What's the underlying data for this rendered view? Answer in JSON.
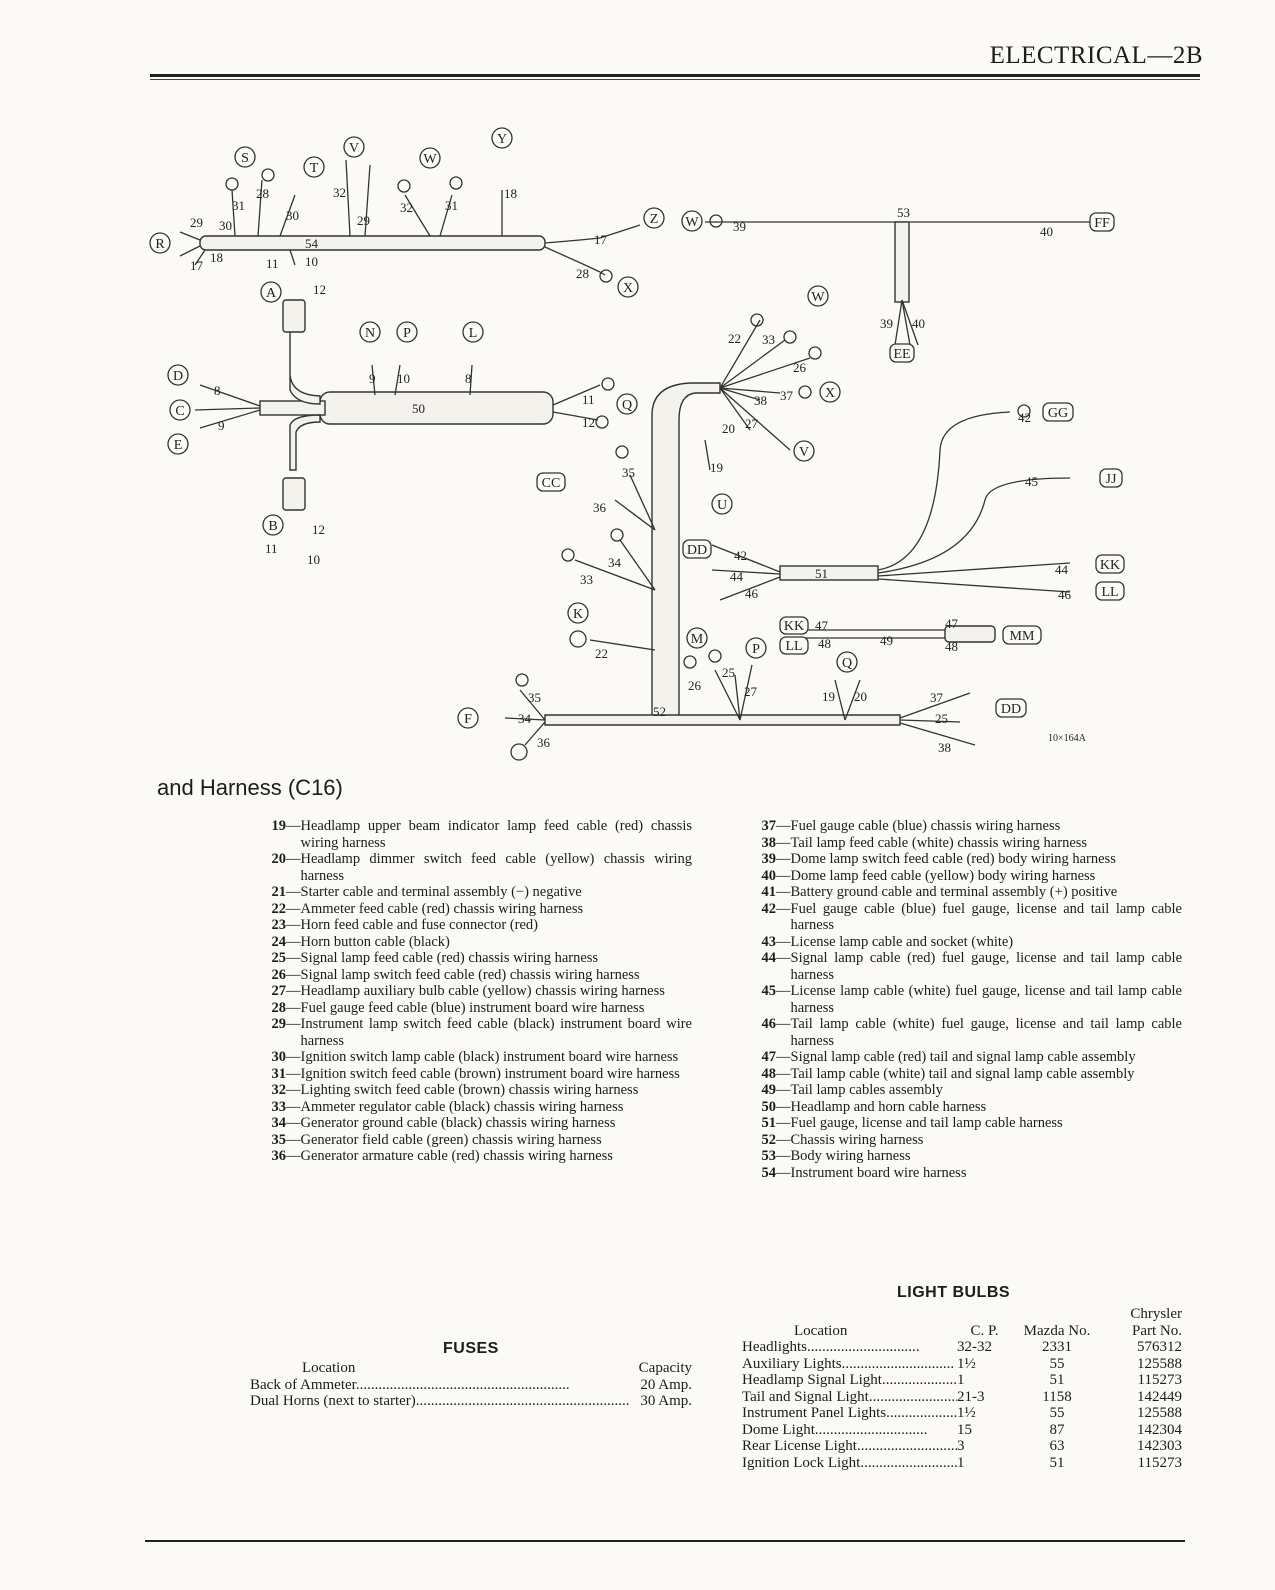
{
  "header": {
    "page_title": "ELECTRICAL—2B"
  },
  "diagram": {
    "labels": {
      "S": "S",
      "T": "T",
      "V": "V",
      "W": "W",
      "Y": "Y",
      "Z": "Z",
      "R": "R",
      "X": "X",
      "A": "A",
      "B": "B",
      "N": "N",
      "P": "P",
      "L": "L",
      "D": "D",
      "C": "C",
      "E": "E",
      "Q": "Q",
      "FF": "FF",
      "EE": "EE",
      "GG": "GG",
      "JJ": "JJ",
      "KK": "KK",
      "LL": "LL",
      "MM": "MM",
      "DD": "DD",
      "CC": "CC",
      "U": "U",
      "K": "K",
      "M": "M",
      "F": "F"
    },
    "figure_id": "10×164A"
  },
  "section_title": "and Harness (C16)",
  "legend_left": [
    {
      "no": "19",
      "text": "Headlamp upper beam indicator lamp feed cable (red) chassis wiring harness"
    },
    {
      "no": "20",
      "text": "Headlamp dimmer switch feed cable (yellow) chassis wiring harness"
    },
    {
      "no": "21",
      "text": "Starter cable and terminal assembly (−) negative"
    },
    {
      "no": "22",
      "text": "Ammeter feed cable (red) chassis wiring harness"
    },
    {
      "no": "23",
      "text": "Horn feed cable and fuse connector (red)"
    },
    {
      "no": "24",
      "text": "Horn button cable (black)"
    },
    {
      "no": "25",
      "text": "Signal lamp feed cable (red) chassis wiring harness"
    },
    {
      "no": "26",
      "text": "Signal lamp switch feed cable (red) chassis wiring harness"
    },
    {
      "no": "27",
      "text": "Headlamp auxiliary bulb cable (yellow) chassis wiring harness"
    },
    {
      "no": "28",
      "text": "Fuel gauge feed cable (blue) instrument board wire harness"
    },
    {
      "no": "29",
      "text": "Instrument lamp switch feed cable (black) instrument board wire harness"
    },
    {
      "no": "30",
      "text": "Ignition switch lamp cable (black) instrument board wire harness"
    },
    {
      "no": "31",
      "text": "Ignition switch feed cable (brown) instrument board wire harness"
    },
    {
      "no": "32",
      "text": "Lighting switch feed cable (brown) chassis wiring harness"
    },
    {
      "no": "33",
      "text": "Ammeter regulator cable (black) chassis wiring harness"
    },
    {
      "no": "34",
      "text": "Generator ground cable (black) chassis wiring harness"
    },
    {
      "no": "35",
      "text": "Generator field cable (green) chassis wiring harness"
    },
    {
      "no": "36",
      "text": "Generator armature cable (red) chassis wiring harness"
    }
  ],
  "legend_right": [
    {
      "no": "37",
      "text": "Fuel gauge cable (blue) chassis wiring harness"
    },
    {
      "no": "38",
      "text": "Tail lamp feed cable (white) chassis wiring harness"
    },
    {
      "no": "39",
      "text": "Dome lamp switch feed cable (red) body wiring harness"
    },
    {
      "no": "40",
      "text": "Dome lamp feed cable (yellow) body wiring harness"
    },
    {
      "no": "41",
      "text": "Battery ground cable and terminal assembly (+) positive"
    },
    {
      "no": "42",
      "text": "Fuel gauge cable (blue) fuel gauge, license and tail lamp cable harness"
    },
    {
      "no": "43",
      "text": "License lamp cable and socket (white)"
    },
    {
      "no": "44",
      "text": "Signal lamp cable (red) fuel gauge, license and tail lamp cable harness"
    },
    {
      "no": "45",
      "text": "License lamp cable (white) fuel gauge, license and tail lamp cable harness"
    },
    {
      "no": "46",
      "text": "Tail lamp cable (white) fuel gauge, license and tail lamp cable harness"
    },
    {
      "no": "47",
      "text": "Signal lamp cable (red) tail and signal lamp cable assembly"
    },
    {
      "no": "48",
      "text": "Tail lamp cable (white) tail and signal lamp cable assembly"
    },
    {
      "no": "49",
      "text": "Tail lamp cables assembly"
    },
    {
      "no": "50",
      "text": "Headlamp and horn cable harness"
    },
    {
      "no": "51",
      "text": "Fuel gauge, license and tail lamp cable harness"
    },
    {
      "no": "52",
      "text": "Chassis wiring harness"
    },
    {
      "no": "53",
      "text": "Body wiring harness"
    },
    {
      "no": "54",
      "text": "Instrument board wire harness"
    }
  ],
  "fuses": {
    "title": "FUSES",
    "col_location": "Location",
    "col_capacity": "Capacity",
    "rows": [
      {
        "location": "Back of Ammeter",
        "capacity": "20 Amp."
      },
      {
        "location": "Dual Horns (next to starter)",
        "capacity": "30 Amp."
      }
    ]
  },
  "bulbs": {
    "title": "LIGHT BULBS",
    "col_location": "Location",
    "col_cp": "C. P.",
    "col_mazda": "Mazda No.",
    "col_part_1": "Chrysler",
    "col_part_2": "Part No.",
    "rows": [
      {
        "location": "Headlights",
        "cp": "32-32",
        "mazda": "2331",
        "part": "576312"
      },
      {
        "location": "Auxiliary Lights",
        "cp": "1½",
        "mazda": "55",
        "part": "125588"
      },
      {
        "location": "Headlamp Signal Light",
        "cp": "1",
        "mazda": "51",
        "part": "115273"
      },
      {
        "location": "Tail and Signal Light",
        "cp": "21-3",
        "mazda": "1158",
        "part": "142449"
      },
      {
        "location": "Instrument Panel Lights",
        "cp": "1½",
        "mazda": "55",
        "part": "125588"
      },
      {
        "location": "Dome Light",
        "cp": "15",
        "mazda": "87",
        "part": "142304"
      },
      {
        "location": "Rear License Light",
        "cp": "3",
        "mazda": "63",
        "part": "142303"
      },
      {
        "location": "Ignition Lock Light",
        "cp": "1",
        "mazda": "51",
        "part": "115273"
      }
    ]
  }
}
